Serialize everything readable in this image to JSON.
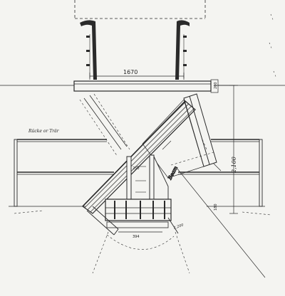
{
  "drawing": {
    "labels": {
      "top_width": "1670",
      "left_member": "Rücke or Trär",
      "right_height": "2,100",
      "beam": "Beam",
      "flange_small": "250",
      "bottom_left_dim": "394",
      "bottom_right_dim": "2,200",
      "side_note": "200",
      "lower_note": "180"
    },
    "colors": {
      "paper": "#f4f4f1",
      "ink": "#2a2a2a",
      "hatch": "#3a3a3a"
    }
  }
}
